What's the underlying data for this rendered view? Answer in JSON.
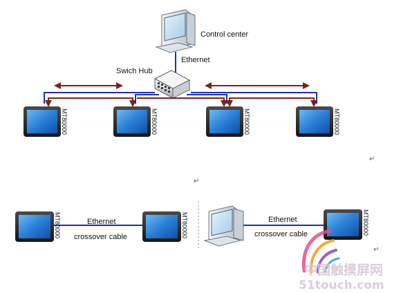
{
  "top": {
    "control_center_label": "Control center",
    "ethernet_label": "Ethernet",
    "hub_label": "Swich Hub",
    "hmi_model": "MT80000"
  },
  "bottom_left": {
    "hmi_model": "MT80000",
    "cable_line1": "Ethernet",
    "cable_line2": "crossover cable"
  },
  "bottom_right": {
    "hmi_model": "MT80000",
    "cable_line1": "Ethernet",
    "cable_line2": "crossover cable"
  },
  "paragraph_mark": "↵",
  "watermark": {
    "line1": "中国触摸屏网",
    "line2": "51touch.com"
  },
  "colors": {
    "network_line": "#1b2fb5",
    "arrow": "#7a2218",
    "screen": "#2a7fd6",
    "bezel": "#2b2b2b"
  }
}
